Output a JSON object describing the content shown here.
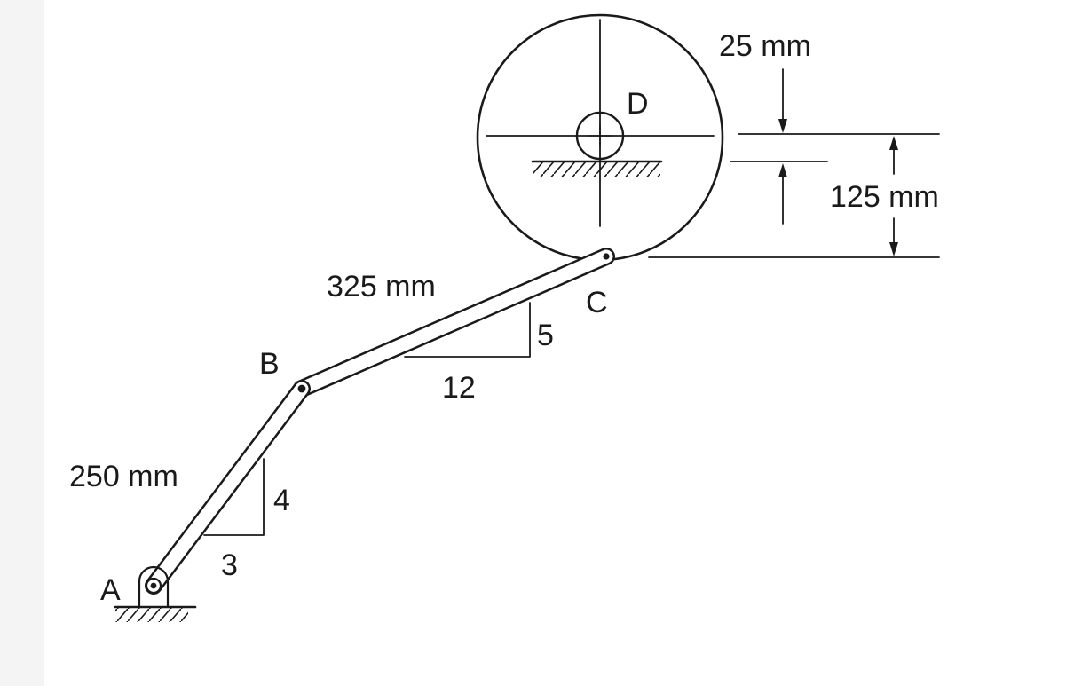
{
  "diagram": {
    "points": {
      "a": "A",
      "b": "B",
      "c": "C",
      "d": "D"
    },
    "dimensions": {
      "link_ab_length": "250 mm",
      "link_bc_length": "325 mm",
      "pin_offset": "25 mm",
      "wheel_radius": "125 mm"
    },
    "slopes": {
      "ab_rise": "4",
      "ab_run": "3",
      "bc_rise": "5",
      "bc_run": "12"
    },
    "colors": {
      "ink": "#1a1a1a",
      "background": "#ffffff"
    }
  }
}
